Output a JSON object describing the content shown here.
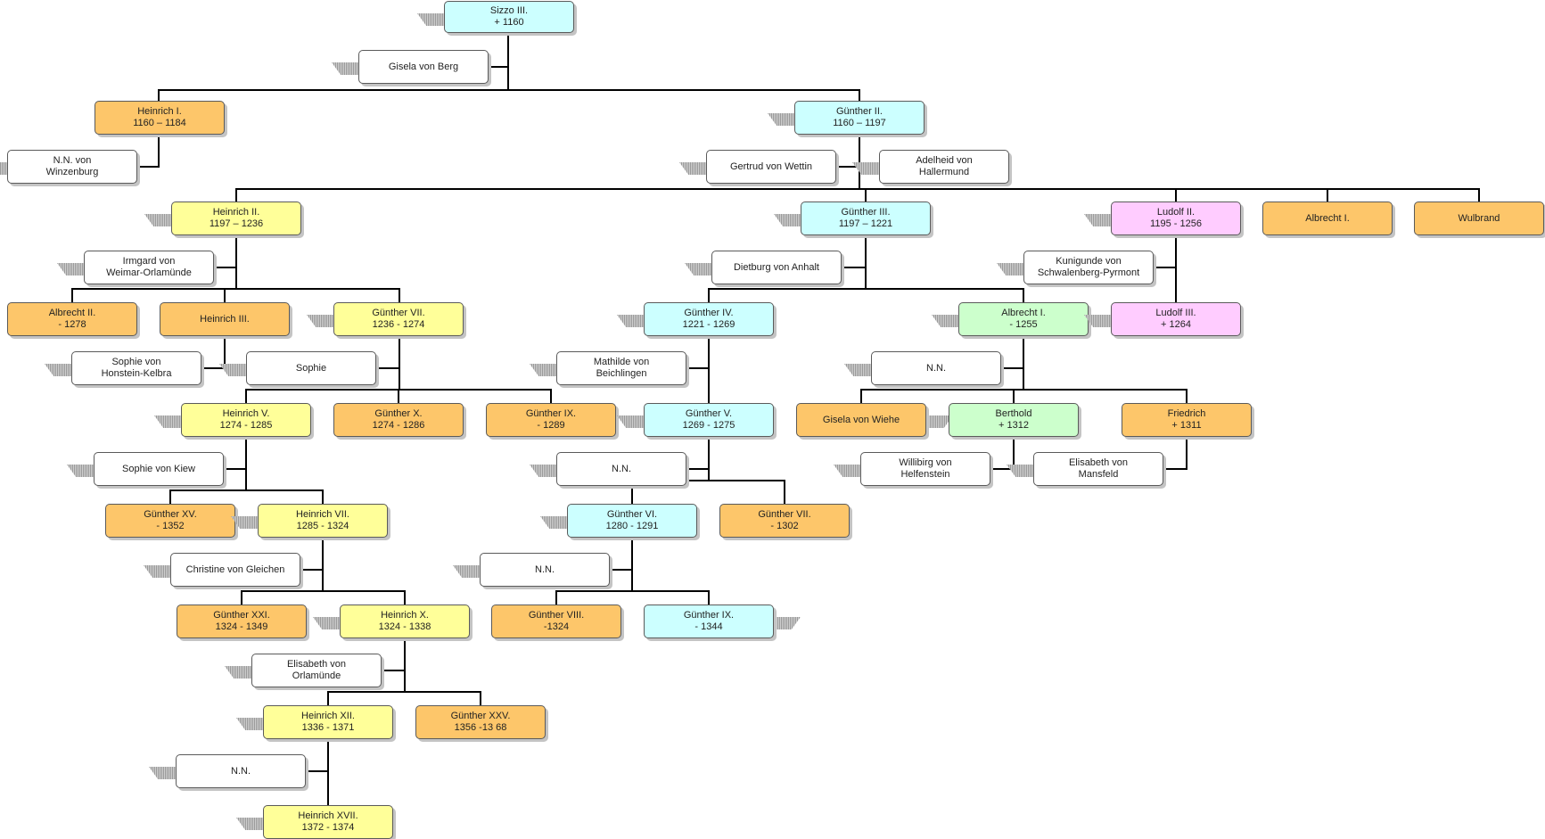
{
  "persons": {
    "sizzo3": {
      "name": "Sizzo III.",
      "dates": "+ 1160",
      "color": "#ccffff"
    },
    "gisela": {
      "name": "Gisela von Berg",
      "dates": "",
      "color": "#ffffff"
    },
    "heinrich1": {
      "name": "Heinrich I.",
      "dates": "1160 – 1184",
      "color": "#fdc66a"
    },
    "nn_winz": {
      "name": "N.N. von",
      "dates": "Winzenburg",
      "color": "#ffffff"
    },
    "guenther2": {
      "name": "Günther II.",
      "dates": "1160 – 1197",
      "color": "#ccffff"
    },
    "gertrud": {
      "name": "Gertrud von Wettin",
      "dates": "",
      "color": "#ffffff"
    },
    "adelheid": {
      "name": "Adelheid von",
      "dates": "Hallermund",
      "color": "#ffffff"
    },
    "heinrich2": {
      "name": "Heinrich II.",
      "dates": "1197 – 1236",
      "color": "#ffff99"
    },
    "irmgard": {
      "name": "Irmgard von",
      "dates": "Weimar-Orlamünde",
      "color": "#ffffff"
    },
    "guenther3": {
      "name": "Günther III.",
      "dates": "1197 – 1221",
      "color": "#ccffff"
    },
    "dietburg": {
      "name": "Dietburg von Anhalt",
      "dates": "",
      "color": "#ffffff"
    },
    "ludolf2": {
      "name": "Ludolf II.",
      "dates": "1195 - 1256",
      "color": "#ffccff"
    },
    "kunigunde": {
      "name": "Kunigunde von",
      "dates": "Schwalenberg-Pyrmont",
      "color": "#ffffff"
    },
    "albrecht1a": {
      "name": "Albrecht I.",
      "dates": "",
      "color": "#fdc66a"
    },
    "wulbrand": {
      "name": "Wulbrand",
      "dates": "",
      "color": "#fdc66a"
    },
    "albrecht2": {
      "name": "Albrecht II.",
      "dates": "- 1278",
      "color": "#fdc66a"
    },
    "heinrich3": {
      "name": "Heinrich III.",
      "dates": "",
      "color": "#fdc66a"
    },
    "sophie_hon": {
      "name": "Sophie von",
      "dates": "Honstein-Kelbra",
      "color": "#ffffff"
    },
    "guenther7a": {
      "name": "Günther VII.",
      "dates": "1236 - 1274",
      "color": "#ffff99"
    },
    "sophie": {
      "name": "Sophie",
      "dates": "",
      "color": "#ffffff"
    },
    "guenther4": {
      "name": "Günther IV.",
      "dates": "1221 - 1269",
      "color": "#ccffff"
    },
    "mathilde": {
      "name": "Mathilde von",
      "dates": "Beichlingen",
      "color": "#ffffff"
    },
    "albrecht1b": {
      "name": "Albrecht I.",
      "dates": "- 1255",
      "color": "#ccffcc"
    },
    "ludolf3": {
      "name": "Ludolf III.",
      "dates": "+ 1264",
      "color": "#ffccff"
    },
    "nn_albr": {
      "name": "N.N.",
      "dates": "",
      "color": "#ffffff"
    },
    "heinrich5": {
      "name": "Heinrich V.",
      "dates": "1274 - 1285",
      "color": "#ffff99"
    },
    "guenther10": {
      "name": "Günther X.",
      "dates": "1274 - 1286",
      "color": "#fdc66a"
    },
    "guenther9a": {
      "name": "Günther IX.",
      "dates": "- 1289",
      "color": "#fdc66a"
    },
    "guenther5": {
      "name": "Günther V.",
      "dates": "1269 - 1275",
      "color": "#ccffff"
    },
    "gisela_w": {
      "name": "Gisela von Wiehe",
      "dates": "",
      "color": "#fdc66a"
    },
    "berthold": {
      "name": "Berthold",
      "dates": "+ 1312",
      "color": "#ccffcc"
    },
    "friedrich": {
      "name": "Friedrich",
      "dates": "+ 1311",
      "color": "#fdc66a"
    },
    "sophie_kiew": {
      "name": "Sophie von Kiew",
      "dates": "",
      "color": "#ffffff"
    },
    "nn_g5": {
      "name": "N.N.",
      "dates": "",
      "color": "#ffffff"
    },
    "willibirg": {
      "name": "Willibirg von",
      "dates": "Helfenstein",
      "color": "#ffffff"
    },
    "elisabeth_m": {
      "name": "Elisabeth von",
      "dates": "Mansfeld",
      "color": "#ffffff"
    },
    "guenther15": {
      "name": "Günther XV.",
      "dates": "- 1352",
      "color": "#fdc66a"
    },
    "heinrich7": {
      "name": "Heinrich VII.",
      "dates": "1285 - 1324",
      "color": "#ffff99"
    },
    "guenther6": {
      "name": "Günther VI.",
      "dates": "1280 - 1291",
      "color": "#ccffff"
    },
    "guenther7b": {
      "name": "Günther VII.",
      "dates": "- 1302",
      "color": "#fdc66a"
    },
    "christine": {
      "name": "Christine von Gleichen",
      "dates": "",
      "color": "#ffffff"
    },
    "nn_g6": {
      "name": "N.N.",
      "dates": "",
      "color": "#ffffff"
    },
    "guenther21": {
      "name": "Günther XXI.",
      "dates": "1324 - 1349",
      "color": "#fdc66a"
    },
    "heinrich10": {
      "name": "Heinrich X.",
      "dates": "1324 - 1338",
      "color": "#ffff99"
    },
    "guenther8": {
      "name": "Günther VIII.",
      "dates": "-1324",
      "color": "#fdc66a"
    },
    "guenther9b": {
      "name": "Günther IX.",
      "dates": "- 1344",
      "color": "#ccffff"
    },
    "elisabeth_o": {
      "name": "Elisabeth von",
      "dates": "Orlamünde",
      "color": "#ffffff"
    },
    "heinrich12": {
      "name": "Heinrich XII.",
      "dates": "1336 - 1371",
      "color": "#ffff99"
    },
    "guenther25": {
      "name": "Günther XXV.",
      "dates": "1356 -13 68",
      "color": "#fdc66a"
    },
    "nn_h12": {
      "name": "N.N.",
      "dates": "",
      "color": "#ffffff"
    },
    "heinrich17": {
      "name": "Heinrich XVII.",
      "dates": "1372 - 1374",
      "color": "#ffff99"
    }
  }
}
